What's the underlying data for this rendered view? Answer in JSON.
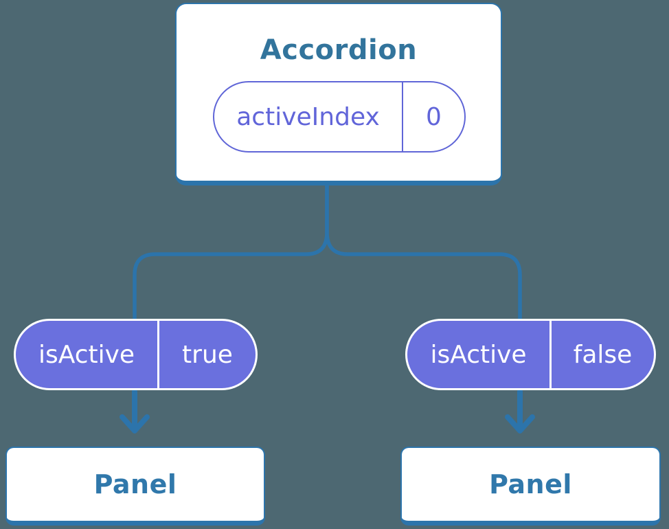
{
  "tree": {
    "root": {
      "title": "Accordion",
      "state": {
        "name": "activeIndex",
        "value": "0"
      }
    },
    "children": [
      {
        "prop": {
          "name": "isActive",
          "value": "true"
        },
        "title": "Panel"
      },
      {
        "prop": {
          "name": "isActive",
          "value": "false"
        },
        "title": "Panel"
      }
    ]
  },
  "colors": {
    "background": "#4d6872",
    "connector_blue": "#2c74ab",
    "node_border_blue": "#2c74ab",
    "node_fill_white": "#ffffff",
    "accordion_title_blue": "#32749c",
    "panel_title_blue": "#3078ab",
    "state_pill_purple": "#5f65d7",
    "prop_pill_purple_fill": "#6a70de",
    "pill_text_white": "#ffffff"
  }
}
